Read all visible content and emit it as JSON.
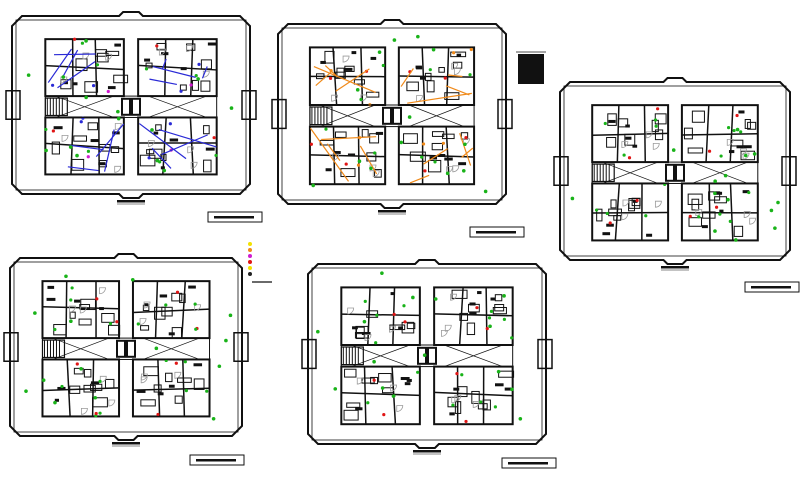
{
  "drawing": {
    "background": "#ffffff",
    "ink": "#111111",
    "accents": {
      "green": "#19b319",
      "blue": "#2a2ad6",
      "magenta": "#d01ad0",
      "red": "#e01515",
      "orange": "#f08a1a",
      "yellow": "#f2e200",
      "gray": "#9a9a9a"
    },
    "plans": [
      {
        "id": "plan-1",
        "style": "colored-blue"
      },
      {
        "id": "plan-2",
        "style": "colored-orange"
      },
      {
        "id": "plan-3",
        "style": "plain"
      },
      {
        "id": "plan-4",
        "style": "plain"
      },
      {
        "id": "plan-5",
        "style": "plain"
      }
    ],
    "legend": {
      "swatches": [
        "#f2e200",
        "#f08a1a",
        "#d01ad0",
        "#e01515",
        "#f2e200",
        "#222222"
      ]
    },
    "title_block_color": "#111111"
  }
}
